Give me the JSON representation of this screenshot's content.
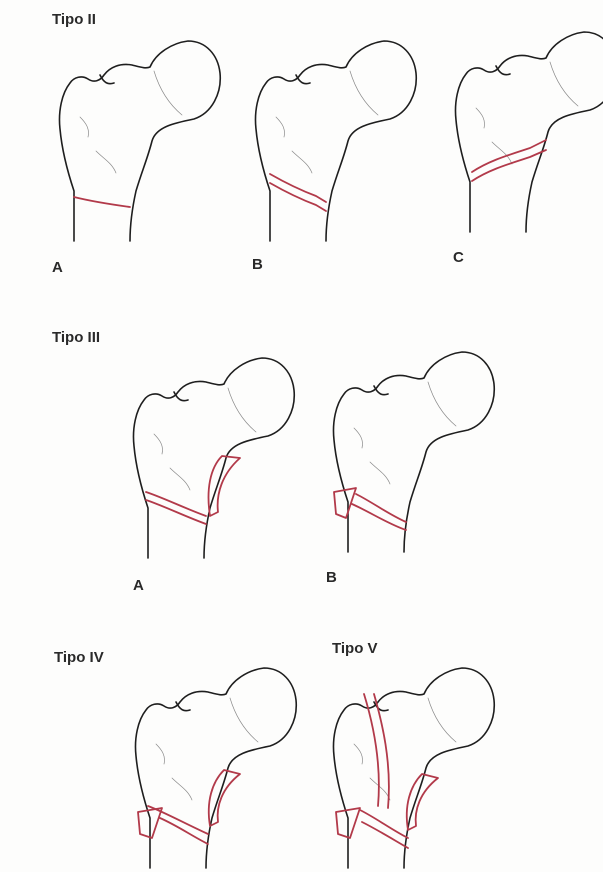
{
  "sections": {
    "tipo2": {
      "title": "Tipo II",
      "labels": {
        "a": "A",
        "b": "B",
        "c": "C"
      }
    },
    "tipo3": {
      "title": "Tipo III",
      "labels": {
        "a": "A",
        "b": "B"
      }
    },
    "tipo4": {
      "title": "Tipo IV"
    },
    "tipo5": {
      "title": "Tipo V"
    }
  },
  "colors": {
    "bone_outline": "#1e1e1e",
    "fracture_line": "#b23a4a",
    "paper": "#fdfdfc"
  }
}
